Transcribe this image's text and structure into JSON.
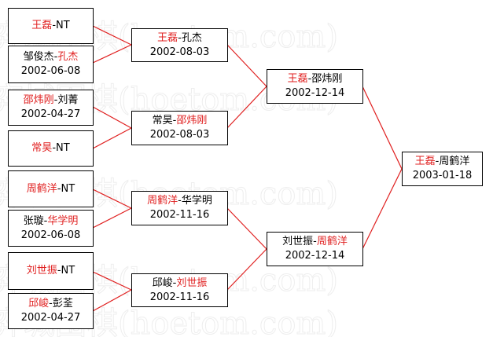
{
  "watermark": {
    "text": "弈城围棋(hoetom.com)"
  },
  "round1": [
    {
      "p1": "王磊",
      "p2": "NT",
      "winner": 1,
      "date": ""
    },
    {
      "p1": "邹俊杰",
      "p2": "孔杰",
      "winner": 2,
      "date": "2002-06-08"
    },
    {
      "p1": "邵炜刚",
      "p2": "刘菁",
      "winner": 1,
      "date": "2002-04-27"
    },
    {
      "p1": "常昊",
      "p2": "NT",
      "winner": 1,
      "date": ""
    },
    {
      "p1": "周鹤洋",
      "p2": "NT",
      "winner": 1,
      "date": ""
    },
    {
      "p1": "张璇",
      "p2": "华学明",
      "winner": 2,
      "date": "2002-06-08"
    },
    {
      "p1": "刘世振",
      "p2": "NT",
      "winner": 1,
      "date": ""
    },
    {
      "p1": "邱峻",
      "p2": "彭荃",
      "winner": 1,
      "date": "2002-04-27"
    }
  ],
  "round2": [
    {
      "p1": "王磊",
      "p2": "孔杰",
      "winner": 1,
      "date": "2002-08-03"
    },
    {
      "p1": "常昊",
      "p2": "邵炜刚",
      "winner": 2,
      "date": "2002-08-03"
    },
    {
      "p1": "周鹤洋",
      "p2": "华学明",
      "winner": 1,
      "date": "2002-11-16"
    },
    {
      "p1": "邱峻",
      "p2": "刘世振",
      "winner": 2,
      "date": "2002-11-16"
    }
  ],
  "round3": [
    {
      "p1": "王磊",
      "p2": "邵炜刚",
      "winner": 1,
      "date": "2002-12-14"
    },
    {
      "p1": "刘世振",
      "p2": "周鹤洋",
      "winner": 2,
      "date": "2002-12-14"
    }
  ],
  "final": [
    {
      "p1": "王磊",
      "p2": "周鹤洋",
      "winner": 1,
      "date": "2003-01-18"
    }
  ],
  "colors": {
    "winner": "#e02020",
    "loser": "#000000",
    "connector": "#e02020",
    "border": "#000000",
    "watermark": "#eeeeee"
  }
}
